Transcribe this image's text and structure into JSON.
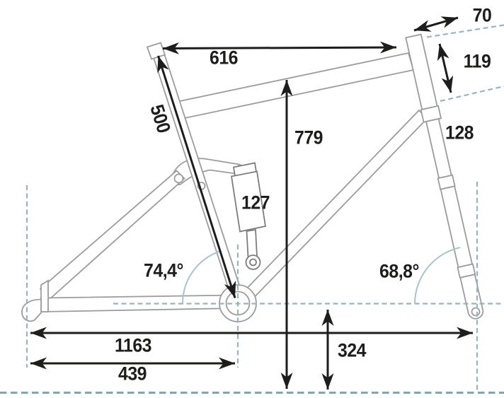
{
  "diagram_title": "mountain-bike-frame-geometry",
  "measurements": {
    "top_tube_horizontal": "616",
    "stem_offset": "70",
    "head_tube_length": "119",
    "fork_lower_length": "128",
    "seat_tube_length": "500",
    "seat_height": "779",
    "shock_length": "127",
    "seat_tube_angle": "74,4°",
    "head_tube_angle": "68,8°",
    "wheelbase": "1163",
    "chainstay_length": "439",
    "bb_height": "324"
  },
  "colors": {
    "dimension_lines": "#1d1d1b",
    "frame_tubes": "#9c9c9c",
    "guide_dashes": "#98b4bd",
    "ground_dashes": "#87a2b0",
    "angle_arcs": "#abc3cb",
    "background": "#ffffff"
  }
}
